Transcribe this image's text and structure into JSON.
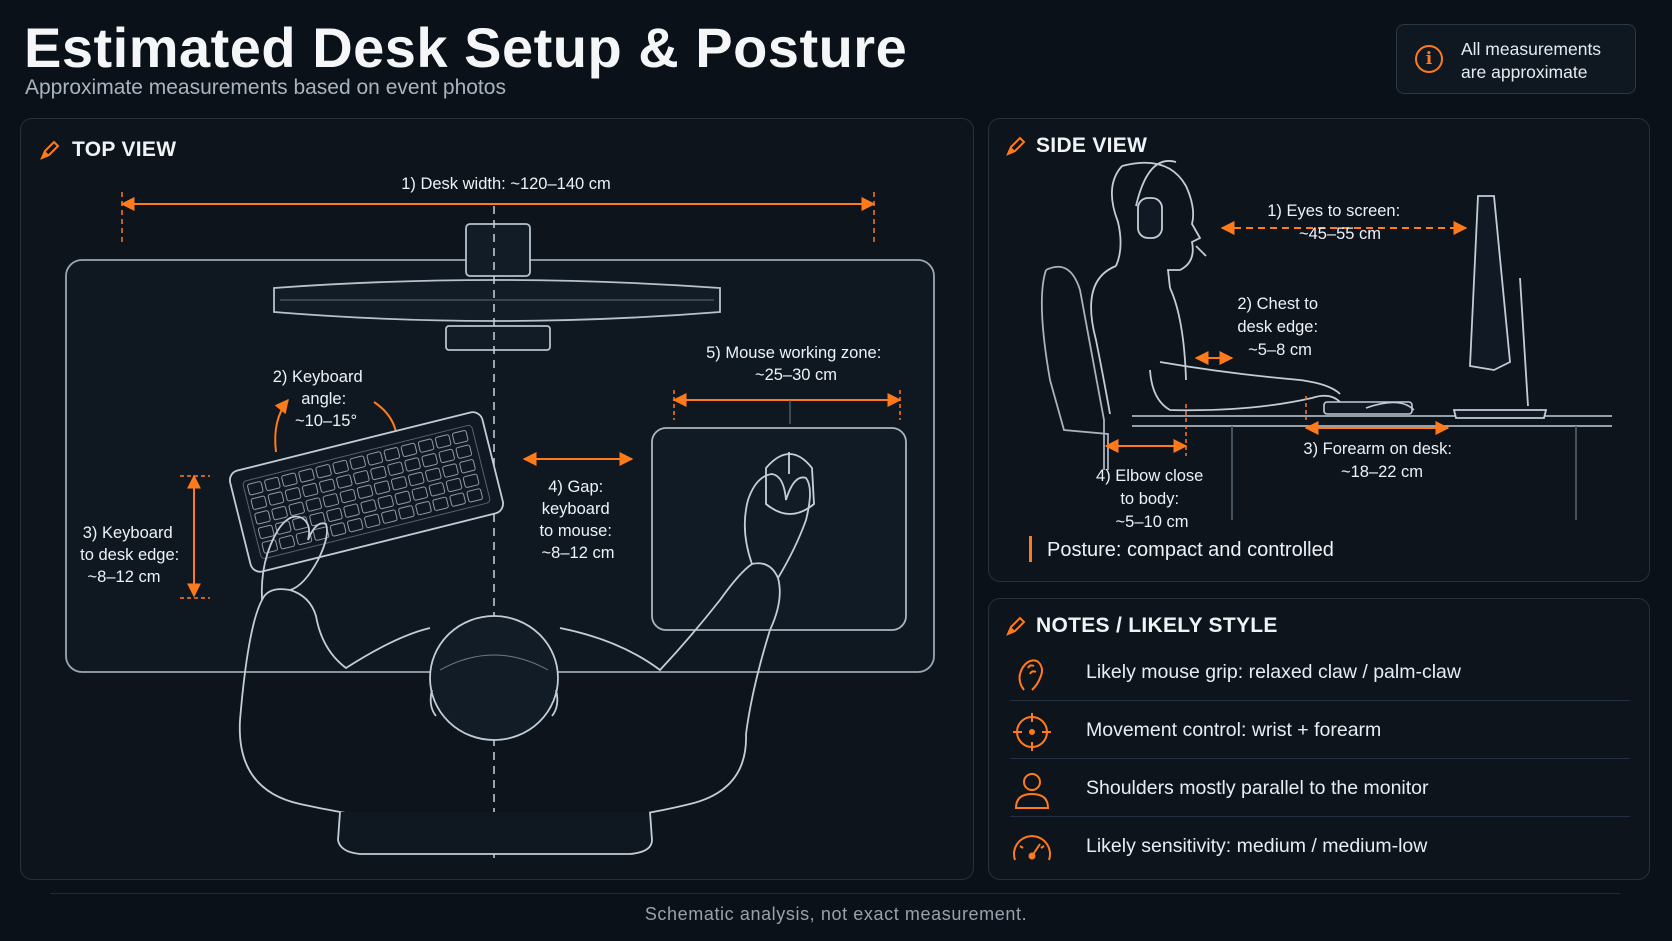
{
  "header": {
    "title": "Estimated Desk Setup & Posture",
    "subtitle": "Approximate measurements based on event photos"
  },
  "info": {
    "icon": "info-icon",
    "text": "All measurements are approximate"
  },
  "top_view": {
    "title": "TOP VIEW",
    "labels": {
      "desk_width": "1) Desk width: ~120–140 cm",
      "keyboard_angle": [
        "2) Keyboard",
        "angle:",
        "~10–15°"
      ],
      "keyboard_edge": [
        "3) Keyboard",
        "to desk edge:",
        "~8–12 cm"
      ],
      "gap": [
        "4) Gap:",
        "keyboard",
        "to mouse:",
        "~8–12 cm"
      ],
      "mouse_zone": [
        "5) Mouse working zone:",
        "~25–30 cm"
      ]
    }
  },
  "side_view": {
    "title": "SIDE VIEW",
    "labels": {
      "eyes_screen": [
        "1) Eyes to screen:",
        "~45–55 cm"
      ],
      "chest_desk": [
        "2) Chest to",
        "desk edge:",
        "~5–8 cm"
      ],
      "forearm": [
        "3) Forearm on desk:",
        "~18–22 cm"
      ],
      "elbow": [
        "4) Elbow close",
        "to body:",
        "~5–10 cm"
      ]
    },
    "posture": "Posture: compact and controlled"
  },
  "notes": {
    "title": "NOTES / LIKELY STYLE",
    "items": [
      {
        "icon": "hand-grip-icon",
        "text": "Likely mouse grip: relaxed claw / palm-claw"
      },
      {
        "icon": "crosshair-icon",
        "text": "Movement control: wrist + forearm"
      },
      {
        "icon": "person-icon",
        "text": "Shoulders mostly parallel to the monitor"
      },
      {
        "icon": "gauge-icon",
        "text": "Likely sensitivity: medium / medium-low"
      }
    ]
  },
  "footer": "Schematic analysis, not exact measurement.",
  "colors": {
    "accent": "#ff7a1a",
    "background": "#0b1118",
    "line": "#c9d2dc"
  }
}
